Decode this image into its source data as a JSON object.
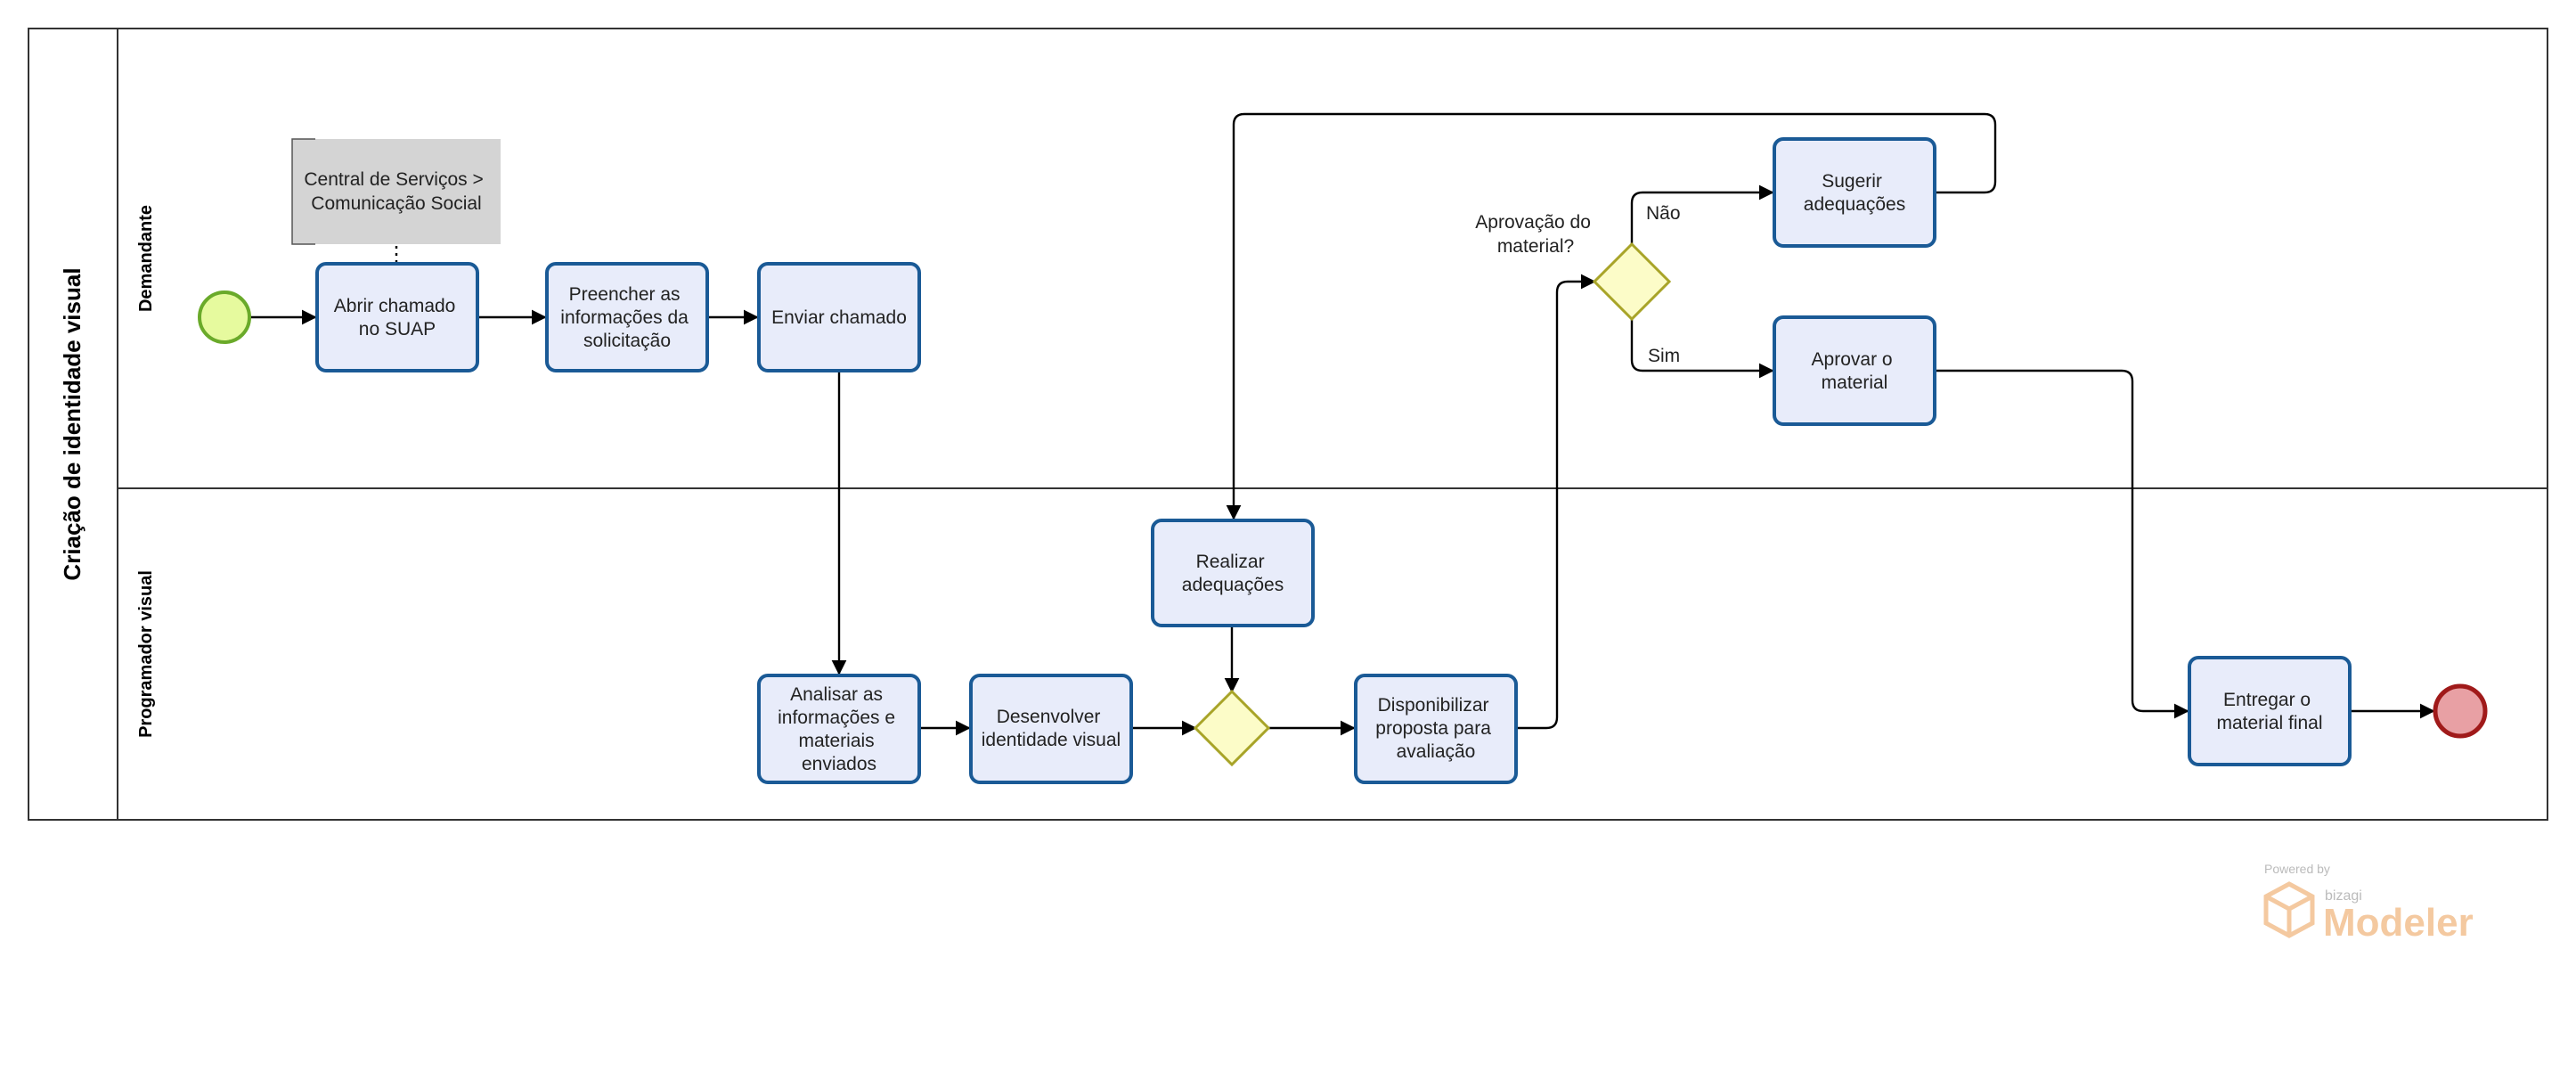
{
  "pool": {
    "title": "Criação de identidade visual"
  },
  "lanes": [
    {
      "title": "Demandante"
    },
    {
      "title": "Programador visual"
    }
  ],
  "annotation": {
    "lines": [
      "Central de Serviços >",
      "Comunicação Social"
    ]
  },
  "tasks": {
    "abrir": {
      "lines": [
        "Abrir chamado",
        "no SUAP"
      ]
    },
    "preencher": {
      "lines": [
        "Preencher as",
        "informações da",
        "solicitação"
      ]
    },
    "enviar": {
      "lines": [
        "Enviar chamado"
      ]
    },
    "analisar": {
      "lines": [
        "Analisar as",
        "informações e",
        "materiais",
        "enviados"
      ]
    },
    "desenvolver": {
      "lines": [
        "Desenvolver",
        "identidade visual"
      ]
    },
    "realizar": {
      "lines": [
        "Realizar",
        "adequações"
      ]
    },
    "disponibilizar": {
      "lines": [
        "Disponibilizar",
        "proposta para",
        "avaliação"
      ]
    },
    "sugerir": {
      "lines": [
        "Sugerir",
        "adequações"
      ]
    },
    "aprovar": {
      "lines": [
        "Aprovar o",
        "material"
      ]
    },
    "entregar": {
      "lines": [
        "Entregar o",
        "material final"
      ]
    }
  },
  "gateway": {
    "question_lines": [
      "Aprovação do",
      "material?"
    ],
    "no_label": "Não",
    "yes_label": "Sim"
  },
  "watermark": {
    "powered_by": "Powered by",
    "brand_small": "bizagi",
    "brand_big": "Modeler"
  },
  "colors": {
    "task_fill": "#e8ecfa",
    "task_stroke": "#1a5a96",
    "start_fill": "#e6fa9e",
    "start_stroke": "#6aaa2a",
    "end_fill": "#e8a0a4",
    "end_stroke": "#a01a1a",
    "gateway_fill": "#fcfcc8",
    "gateway_stroke": "#a8a428",
    "annotation_fill": "#d4d4d4",
    "watermark": "#f4c9a0"
  }
}
